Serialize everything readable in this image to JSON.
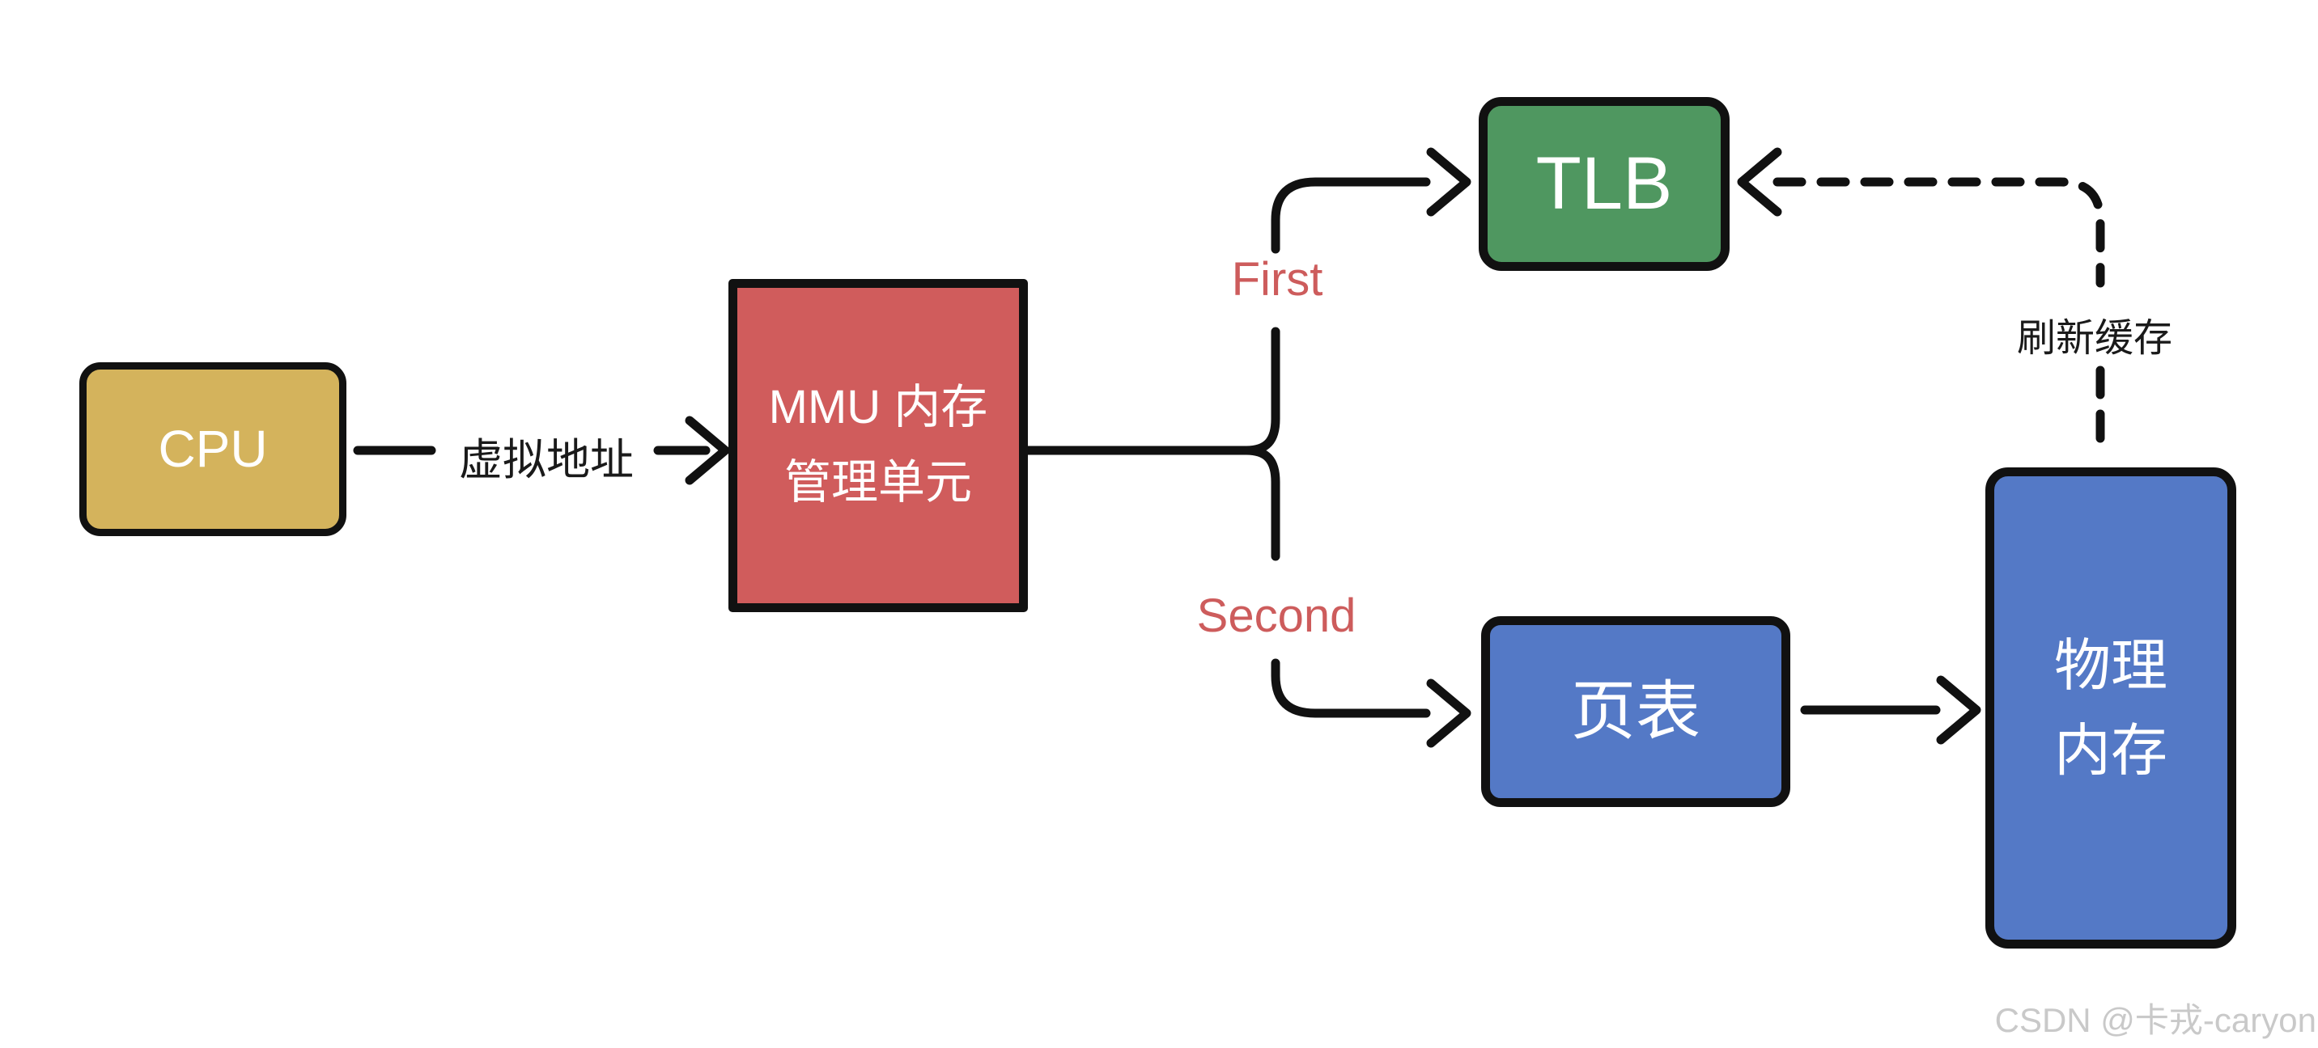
{
  "diagram": {
    "nodes": {
      "cpu": {
        "label": "CPU",
        "color": "#d4b35c"
      },
      "mmu": {
        "line1": "MMU 内存",
        "line2": "管理单元",
        "color": "#d05c5c"
      },
      "tlb": {
        "label": "TLB",
        "color": "#4f9760"
      },
      "page_table": {
        "label": "页表",
        "color": "#5479c6"
      },
      "physical_memory": {
        "line1": "物理",
        "line2": "内存",
        "color": "#5479c6"
      }
    },
    "edge_labels": {
      "virtual_address": "虚拟地址",
      "first": "First",
      "second": "Second",
      "refresh_cache": "刷新缓存"
    },
    "colors": {
      "branch_label": "#cd5c5c",
      "line": "#111111",
      "node_text": "#ffffff",
      "watermark": "#c9c9c9"
    },
    "watermark": "CSDN @卡戎-caryon"
  }
}
